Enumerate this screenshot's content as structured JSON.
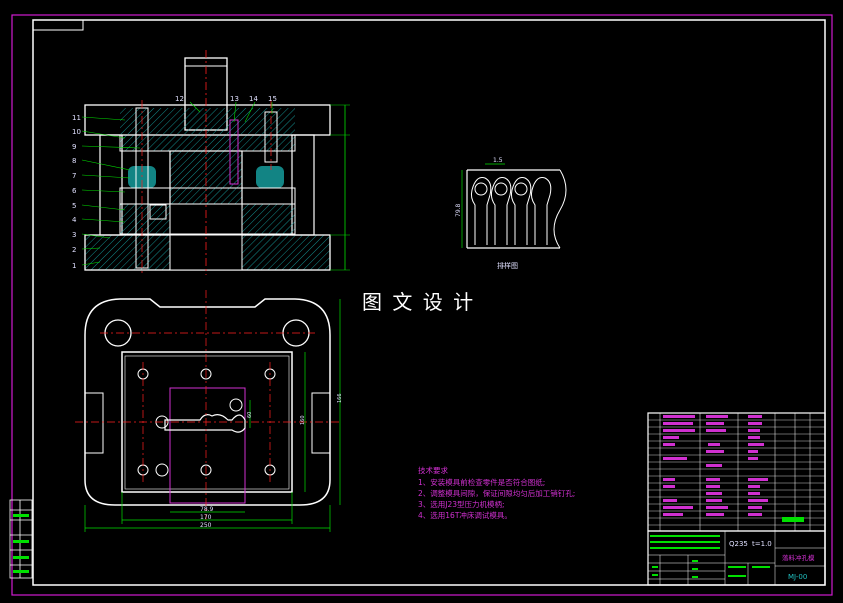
{
  "watermark": "图 文 设 计",
  "part_numbers_left": [
    "11",
    "10",
    "9",
    "8",
    "7",
    "6",
    "5",
    "4",
    "3",
    "2",
    "1"
  ],
  "part_numbers_top": [
    "12",
    "13",
    "14",
    "15"
  ],
  "strip_label": "排样图",
  "strip_dims": {
    "pitch": "1.5",
    "width": "79.8"
  },
  "plan_dims": {
    "d1": "78.9",
    "d2": "170",
    "d3": "250",
    "side1": "160",
    "side2": "166",
    "side3": "60"
  },
  "tech_req": {
    "title": "技术要求",
    "items": [
      "1、安装模具前检查零件是否符合图纸;",
      "2、调整模具间隙，保证间隙均匀后加工销钉孔;",
      "3、选用J23型压力机模柄;",
      "4、选用16T冲床调试模具。"
    ]
  },
  "title_block": {
    "material": "Q235",
    "thickness": "t=1.0",
    "name": "落料冲孔模",
    "drawing_no": "MJ-00"
  },
  "colors": {
    "border": "#d01cd0",
    "line_white": "#ffffff",
    "line_green": "#00e000",
    "center_red": "#ff2020",
    "hatch": "#18b0b0",
    "pink": "#d030d0",
    "cyan": "#20c0c0"
  }
}
